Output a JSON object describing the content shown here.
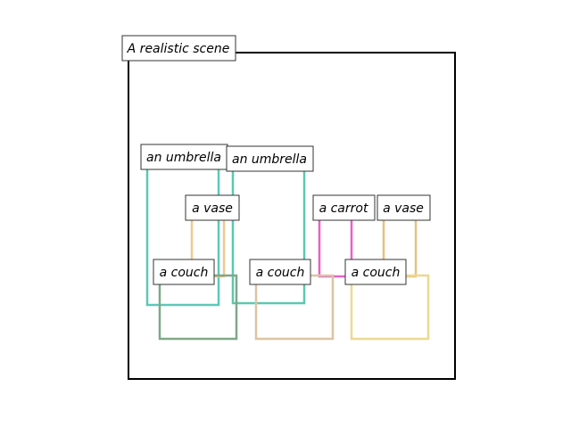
{
  "scene": {
    "caption": "A realistic scene"
  },
  "objects": [
    {
      "id": "umbrella-1",
      "label": "an umbrella",
      "color": "#5cc8b8"
    },
    {
      "id": "umbrella-2",
      "label": "an umbrella",
      "color": "#5cc8b0"
    },
    {
      "id": "vase-1",
      "label": "a vase",
      "color": "#f0c890"
    },
    {
      "id": "carrot-1",
      "label": "a carrot",
      "color": "#e860c8"
    },
    {
      "id": "vase-2",
      "label": "a vase",
      "color": "#e8c080"
    },
    {
      "id": "couch-1",
      "label": "a couch",
      "color": "#80a888"
    },
    {
      "id": "couch-2",
      "label": "a couch",
      "color": "#dcc4a4"
    },
    {
      "id": "couch-3",
      "label": "a couch",
      "color": "#ecd890"
    }
  ]
}
